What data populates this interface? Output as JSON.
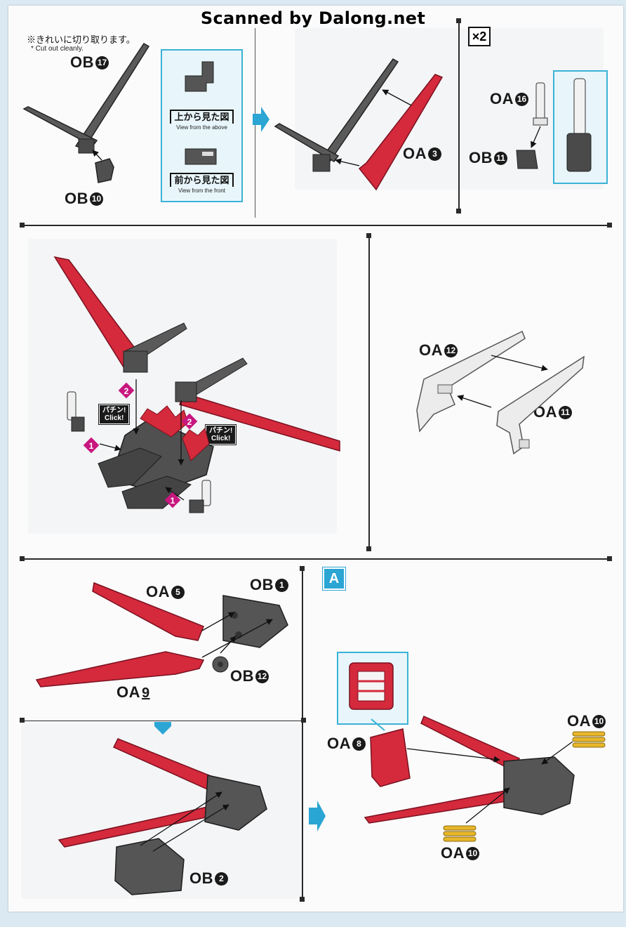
{
  "header": {
    "scan_credit": "Scanned by Dalong.net"
  },
  "step1": {
    "note_jp": "※きれいに切り取ります。",
    "note_en": "* Cut out cleanly.",
    "part_ob17": {
      "prefix": "OB",
      "num": "17"
    },
    "part_ob10": {
      "prefix": "OB",
      "num": "10"
    },
    "view_top_jp": "上から見た図",
    "view_top_en": "View from the above",
    "view_front_jp": "前から見た図",
    "view_front_en": "View from the front",
    "part_oa3": {
      "prefix": "OA",
      "num": "3"
    },
    "multiplier": "×2",
    "part_oa16": {
      "prefix": "OA",
      "num": "16"
    },
    "part_ob11": {
      "prefix": "OB",
      "num": "11"
    }
  },
  "step2": {
    "click_left": {
      "jp": "パチン!",
      "en": "Click!"
    },
    "click_right": {
      "jp": "パチン!",
      "en": "Click!"
    },
    "order_1": "1",
    "order_2": "2",
    "part_oa12": {
      "prefix": "OA",
      "num": "12"
    },
    "part_oa11": {
      "prefix": "OA",
      "num": "11"
    }
  },
  "step3": {
    "part_oa5": {
      "prefix": "OA",
      "num": "5"
    },
    "part_ob1": {
      "prefix": "OB",
      "num": "1"
    },
    "part_ob12": {
      "prefix": "OB",
      "num": "12"
    },
    "part_oa9": {
      "prefix": "OA",
      "num": "9"
    },
    "part_ob2": {
      "prefix": "OB",
      "num": "2"
    },
    "sub_label": "A",
    "part_oa8": {
      "prefix": "OA",
      "num": "8"
    },
    "part_oa10_top": {
      "prefix": "OA",
      "num": "10"
    },
    "part_oa10_bottom": {
      "prefix": "OA",
      "num": "10"
    }
  },
  "colors": {
    "wing_red": "#d42a3c",
    "part_gray": "#595959",
    "accent_blue": "#2aa5d4",
    "click_magenta": "#c8177f",
    "spring_yellow": "#e8b72a",
    "runner_light": "#ececec"
  }
}
